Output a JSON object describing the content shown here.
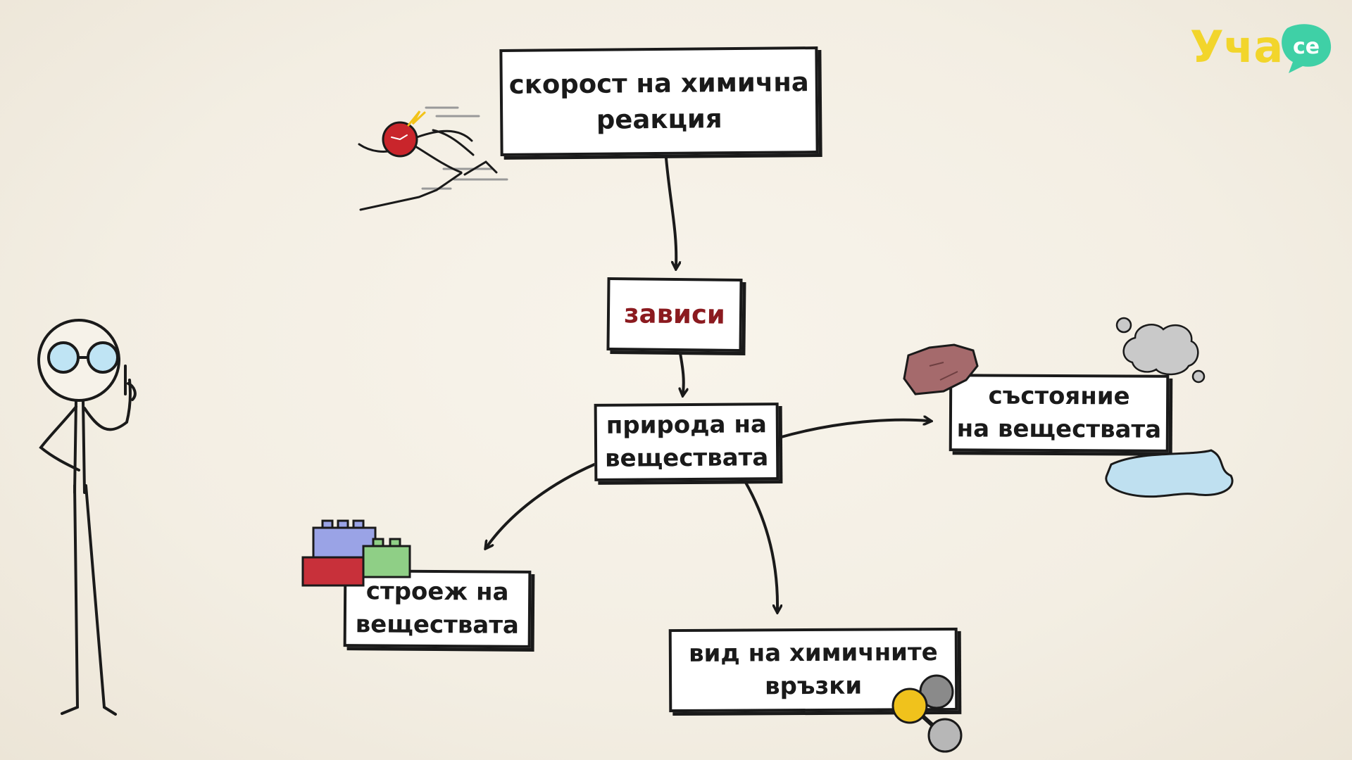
{
  "brand": {
    "logo_text": "Уча",
    "logo_badge": "се",
    "logo_color": "#f2d52b",
    "badge_color": "#3fd0a6"
  },
  "diagram": {
    "nodes": {
      "speed": {
        "line1": "скорост на химична",
        "line2": "реакция"
      },
      "depends": {
        "line1": "зависи"
      },
      "nature": {
        "line1": "природа на",
        "line2": "веществата"
      },
      "state": {
        "line1": "състояние",
        "line2": "на веществата"
      },
      "structure": {
        "line1": "строеж на",
        "line2": "веществата"
      },
      "bonds": {
        "line1": "вид на химичните",
        "line2": "връзки"
      }
    },
    "edges": [
      {
        "from": "speed",
        "to": "depends"
      },
      {
        "from": "depends",
        "to": "nature"
      },
      {
        "from": "nature",
        "to": "state"
      },
      {
        "from": "nature",
        "to": "structure"
      },
      {
        "from": "nature",
        "to": "bonds"
      }
    ]
  },
  "colors": {
    "ink": "#1a1a1a",
    "accent_text": "#8b1a1f",
    "background": "#f4efe4",
    "runner": "#c9252b",
    "rock": "#a56a6c",
    "smoke": "#c9c9c9",
    "puddle": "#bfe0f0",
    "brick_blue": "#9aa3e6",
    "brick_red": "#c8303a",
    "brick_green": "#8fcf86",
    "atom_yellow": "#f0c21c",
    "atom_gray": "#8a8a8a"
  },
  "illustrations": [
    "runner-icon",
    "thinking-person",
    "rock-icon",
    "smoke-icon",
    "puddle-icon",
    "bricks-icon",
    "molecule-icon"
  ]
}
